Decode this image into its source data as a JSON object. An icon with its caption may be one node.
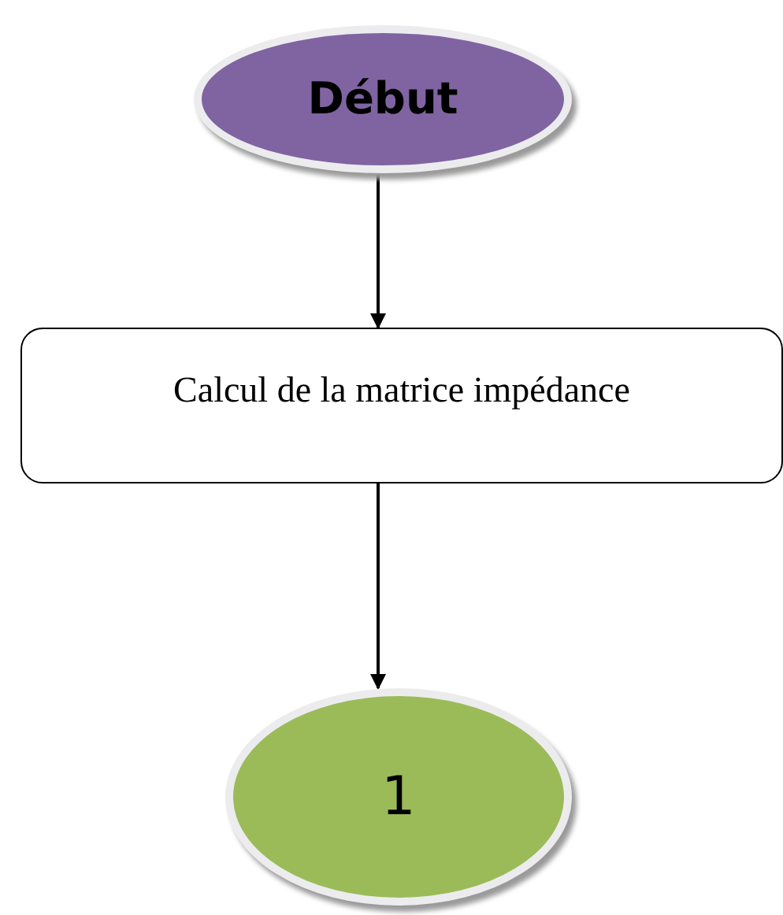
{
  "diagram": {
    "nodes": [
      {
        "text": [
          "Début"
        ]
      },
      {
        "text": [
          "Calcul de la matrice impédance"
        ]
      },
      {
        "text": [
          "1"
        ]
      }
    ],
    "edges": [
      {
        "from": 0,
        "to": 1,
        "arrow": "to"
      },
      {
        "from": 1,
        "to": 2,
        "arrow": "to"
      }
    ]
  }
}
